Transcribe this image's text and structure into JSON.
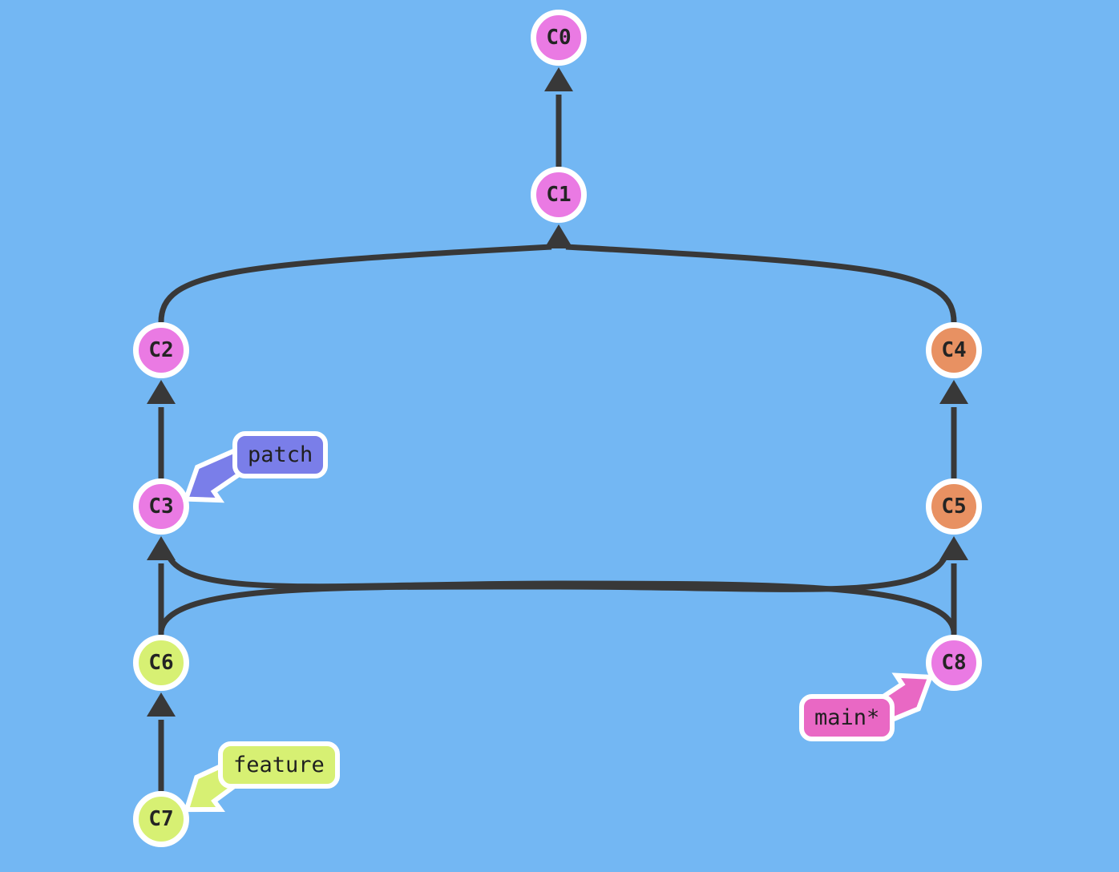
{
  "palette": {
    "background": "#73b7f3",
    "edge": "#383838",
    "node_outline": "#ffffff",
    "commit_violet": "#ea7ae3",
    "commit_orange": "#e89162",
    "commit_green": "#d7f073",
    "branch_patch_blue": "#7a7ee9",
    "branch_main_pink": "#e968c4",
    "branch_feature_green": "#d7f073",
    "text": "#242424"
  },
  "commits": [
    {
      "id": "C0",
      "color": "#ea7ae3"
    },
    {
      "id": "C1",
      "color": "#ea7ae3"
    },
    {
      "id": "C2",
      "color": "#ea7ae3"
    },
    {
      "id": "C3",
      "color": "#ea7ae3"
    },
    {
      "id": "C4",
      "color": "#e89162"
    },
    {
      "id": "C5",
      "color": "#e89162"
    },
    {
      "id": "C6",
      "color": "#d7f073"
    },
    {
      "id": "C7",
      "color": "#d7f073"
    },
    {
      "id": "C8",
      "color": "#ea7ae3"
    }
  ],
  "edges": [
    {
      "from": "C1",
      "to": "C0"
    },
    {
      "from": "C2",
      "to": "C1"
    },
    {
      "from": "C4",
      "to": "C1"
    },
    {
      "from": "C3",
      "to": "C2"
    },
    {
      "from": "C5",
      "to": "C4"
    },
    {
      "from": "C6",
      "to": "C3"
    },
    {
      "from": "C6",
      "to": "C5"
    },
    {
      "from": "C8",
      "to": "C3"
    },
    {
      "from": "C8",
      "to": "C5"
    },
    {
      "from": "C7",
      "to": "C6"
    }
  ],
  "branches": [
    {
      "label": "patch",
      "color": "#7a7ee9",
      "points_to": "C3"
    },
    {
      "label": "feature",
      "color": "#d7f073",
      "points_to": "C7"
    },
    {
      "label": "main*",
      "color": "#e968c4",
      "points_to": "C8"
    }
  ]
}
